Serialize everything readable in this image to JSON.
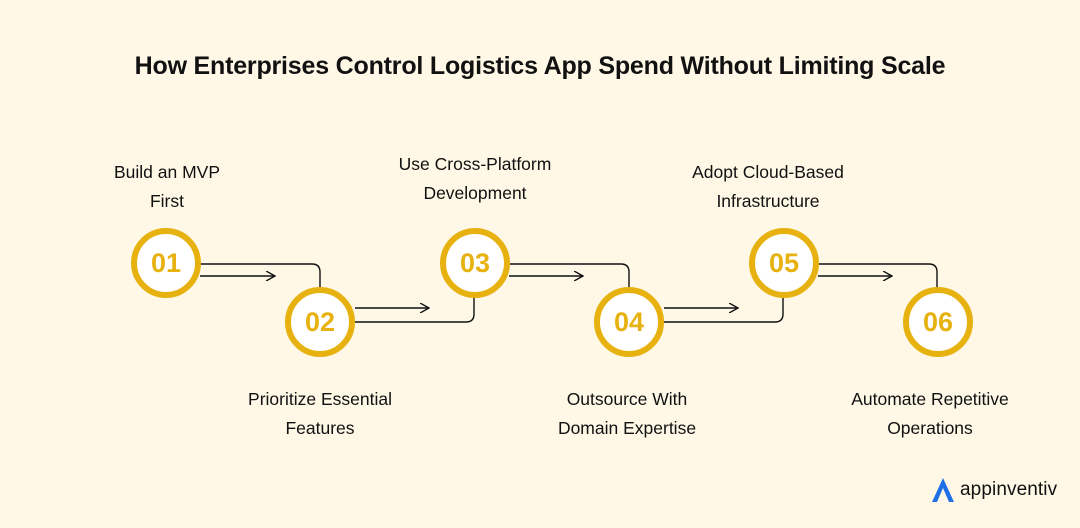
{
  "title": "How Enterprises Control Logistics App Spend Without Limiting Scale",
  "steps": [
    {
      "number": "01",
      "line1": "Build an MVP",
      "line2": "First"
    },
    {
      "number": "02",
      "line1": "Prioritize Essential",
      "line2": "Features"
    },
    {
      "number": "03",
      "line1": "Use Cross-Platform",
      "line2": "Development"
    },
    {
      "number": "04",
      "line1": "Outsource With",
      "line2": "Domain Expertise"
    },
    {
      "number": "05",
      "line1": "Adopt Cloud-Based",
      "line2": "Infrastructure"
    },
    {
      "number": "06",
      "line1": "Automate Repetitive",
      "line2": "Operations"
    }
  ],
  "brand": {
    "name": "appinventiv"
  },
  "colors": {
    "accent": "#E7B20F",
    "background": "#FFF8E7",
    "text": "#111111",
    "logo": "#1F6FE5"
  }
}
